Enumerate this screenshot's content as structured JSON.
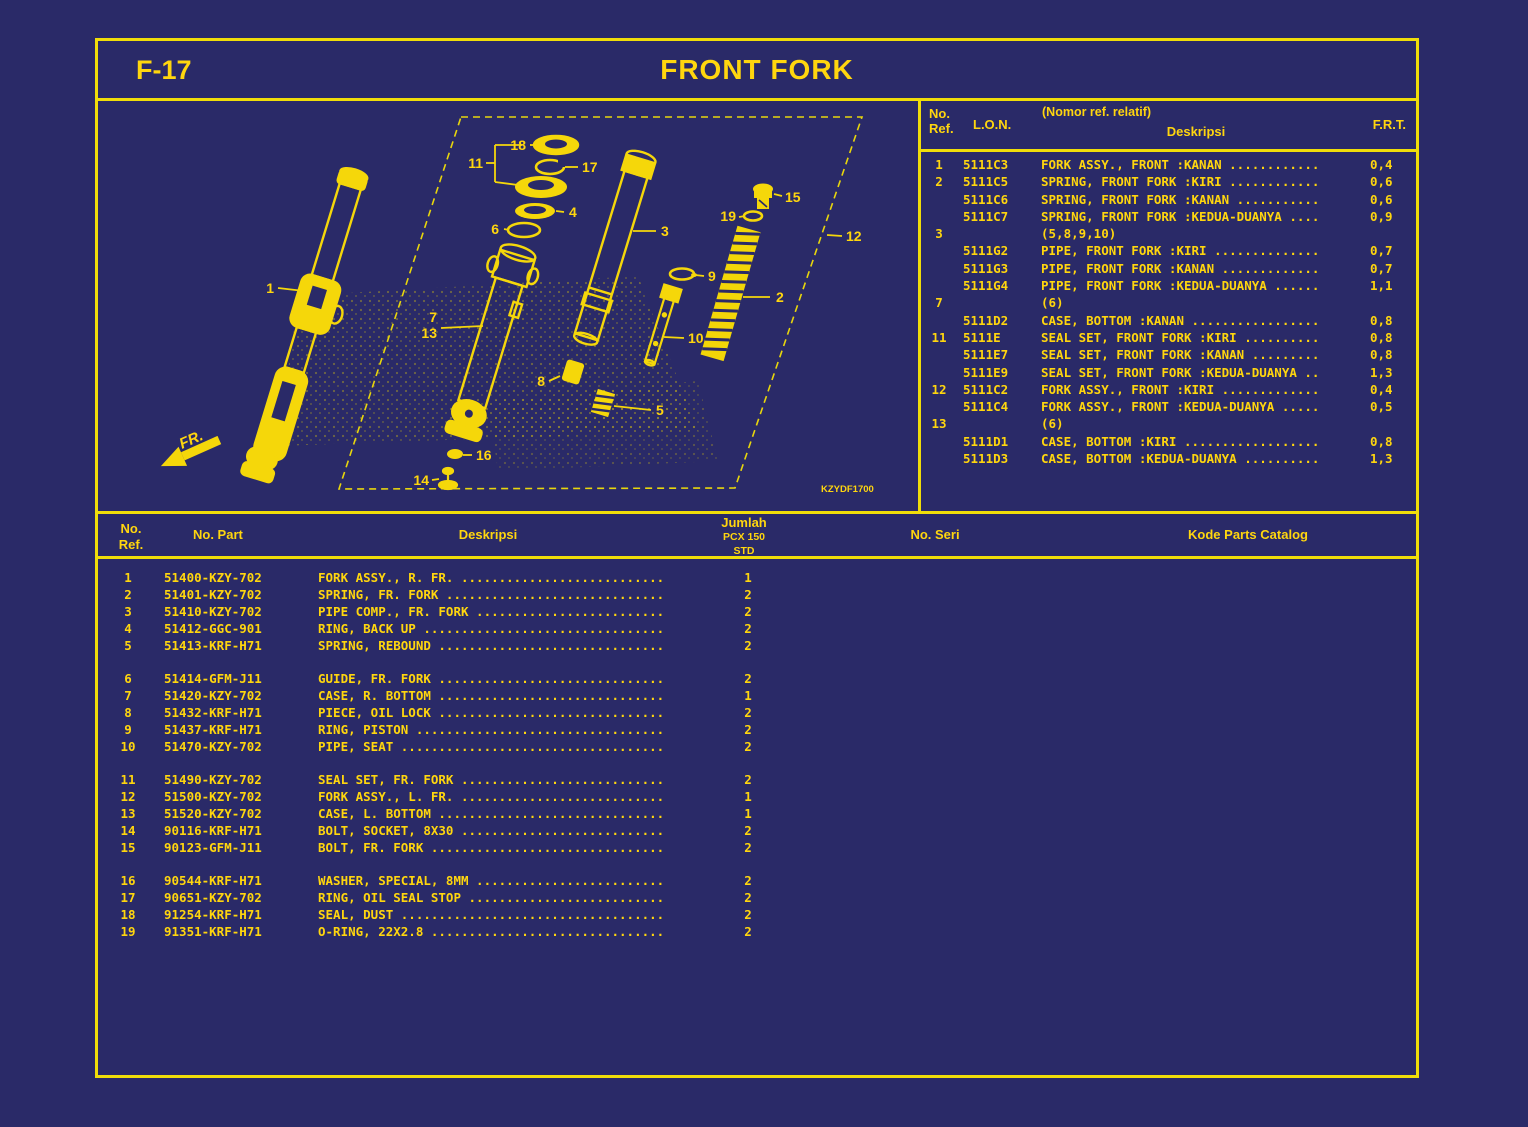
{
  "page": {
    "page_code": "F-17",
    "title": "FRONT FORK"
  },
  "colors": {
    "background": "#2a2a68",
    "line_yellow": "#f0dd0a",
    "text_yellow": "#ffd60e"
  },
  "lon_table": {
    "headers": {
      "ref_line1": "No.",
      "ref_line2": "Ref.",
      "lon": "L.O.N.",
      "note": "(Nomor ref. relatif)",
      "desc": "Deskripsi",
      "frt": "F.R.T."
    },
    "rows": [
      {
        "ref": "1",
        "lon": "5111C3",
        "desc": "FORK ASSY., FRONT :KANAN ............",
        "frt": "0,4"
      },
      {
        "ref": "2",
        "lon": "5111C5",
        "desc": "SPRING, FRONT FORK :KIRI ............",
        "frt": "0,6"
      },
      {
        "ref": "",
        "lon": "5111C6",
        "desc": "SPRING, FRONT FORK :KANAN ...........",
        "frt": "0,6"
      },
      {
        "ref": "",
        "lon": "5111C7",
        "desc": "SPRING, FRONT FORK :KEDUA-DUANYA ....",
        "frt": "0,9"
      },
      {
        "ref": "3",
        "lon": "",
        "desc": "(5,8,9,10)",
        "frt": ""
      },
      {
        "ref": "",
        "lon": "5111G2",
        "desc": "PIPE, FRONT FORK :KIRI ..............",
        "frt": "0,7"
      },
      {
        "ref": "",
        "lon": "5111G3",
        "desc": "PIPE, FRONT FORK :KANAN .............",
        "frt": "0,7"
      },
      {
        "ref": "",
        "lon": "5111G4",
        "desc": "PIPE, FRONT FORK :KEDUA-DUANYA ......",
        "frt": "1,1"
      },
      {
        "ref": "7",
        "lon": "",
        "desc": "(6)",
        "frt": ""
      },
      {
        "ref": "",
        "lon": "5111D2",
        "desc": "CASE, BOTTOM :KANAN .................",
        "frt": "0,8"
      },
      {
        "ref": "11",
        "lon": "5111E",
        "desc": "SEAL SET, FRONT FORK :KIRI ..........",
        "frt": "0,8"
      },
      {
        "ref": "",
        "lon": "5111E7",
        "desc": "SEAL SET, FRONT FORK :KANAN .........",
        "frt": "0,8"
      },
      {
        "ref": "",
        "lon": "5111E9",
        "desc": "SEAL SET, FRONT FORK :KEDUA-DUANYA ..",
        "frt": "1,3"
      },
      {
        "ref": "12",
        "lon": "5111C2",
        "desc": "FORK ASSY., FRONT :KIRI .............",
        "frt": "0,4"
      },
      {
        "ref": "",
        "lon": "5111C4",
        "desc": "FORK ASSY., FRONT :KEDUA-DUANYA .....",
        "frt": "0,5"
      },
      {
        "ref": "13",
        "lon": "",
        "desc": "(6)",
        "frt": ""
      },
      {
        "ref": "",
        "lon": "5111D1",
        "desc": "CASE, BOTTOM :KIRI ..................",
        "frt": "0,8"
      },
      {
        "ref": "",
        "lon": "5111D3",
        "desc": "CASE, BOTTOM :KEDUA-DUANYA ..........",
        "frt": "1,3"
      }
    ]
  },
  "parts_table": {
    "headers": {
      "ref_line1": "No.",
      "ref_line2": "Ref.",
      "part": "No. Part",
      "desc": "Deskripsi",
      "qty_line1": "Jumlah",
      "qty_line2": "PCX 150",
      "qty_line3": "STD",
      "seri": "No. Seri",
      "catalog": "Kode Parts Catalog"
    },
    "rows": [
      {
        "ref": "1",
        "part": "51400-KZY-702",
        "desc": "FORK ASSY., R. FR. ...........................",
        "qty": "1"
      },
      {
        "ref": "2",
        "part": "51401-KZY-702",
        "desc": "SPRING, FR. FORK .............................",
        "qty": "2"
      },
      {
        "ref": "3",
        "part": "51410-KZY-702",
        "desc": "PIPE COMP., FR. FORK .........................",
        "qty": "2"
      },
      {
        "ref": "4",
        "part": "51412-GGC-901",
        "desc": "RING, BACK UP ................................",
        "qty": "2"
      },
      {
        "ref": "5",
        "part": "51413-KRF-H71",
        "desc": "SPRING, REBOUND ..............................",
        "qty": "2"
      },
      {
        "ref": "6",
        "part": "51414-GFM-J11",
        "desc": "GUIDE, FR. FORK ..............................",
        "qty": "2",
        "gap": true
      },
      {
        "ref": "7",
        "part": "51420-KZY-702",
        "desc": "CASE, R. BOTTOM ..............................",
        "qty": "1"
      },
      {
        "ref": "8",
        "part": "51432-KRF-H71",
        "desc": "PIECE, OIL LOCK ..............................",
        "qty": "2"
      },
      {
        "ref": "9",
        "part": "51437-KRF-H71",
        "desc": "RING, PISTON .................................",
        "qty": "2"
      },
      {
        "ref": "10",
        "part": "51470-KZY-702",
        "desc": "PIPE, SEAT ...................................",
        "qty": "2"
      },
      {
        "ref": "11",
        "part": "51490-KZY-702",
        "desc": "SEAL SET, FR. FORK ...........................",
        "qty": "2",
        "gap": true
      },
      {
        "ref": "12",
        "part": "51500-KZY-702",
        "desc": "FORK ASSY., L. FR. ...........................",
        "qty": "1"
      },
      {
        "ref": "13",
        "part": "51520-KZY-702",
        "desc": "CASE, L. BOTTOM ..............................",
        "qty": "1"
      },
      {
        "ref": "14",
        "part": "90116-KRF-H71",
        "desc": "BOLT, SOCKET, 8X30 ...........................",
        "qty": "2"
      },
      {
        "ref": "15",
        "part": "90123-GFM-J11",
        "desc": "BOLT, FR. FORK ...............................",
        "qty": "2"
      },
      {
        "ref": "16",
        "part": "90544-KRF-H71",
        "desc": "WASHER, SPECIAL, 8MM .........................",
        "qty": "2",
        "gap": true
      },
      {
        "ref": "17",
        "part": "90651-KZY-702",
        "desc": "RING, OIL SEAL STOP ..........................",
        "qty": "2"
      },
      {
        "ref": "18",
        "part": "91254-KRF-H71",
        "desc": "SEAL, DUST ...................................",
        "qty": "2"
      },
      {
        "ref": "19",
        "part": "91351-KRF-H71",
        "desc": "O-RING, 22X2.8 ...............................",
        "qty": "2"
      }
    ]
  },
  "diagram": {
    "fr": "FR.",
    "code": "KZYDF1700",
    "callouts": {
      "c1": "1",
      "c2": "2",
      "c3": "3",
      "c4": "4",
      "c5": "5",
      "c6": "6",
      "c7": "7",
      "c8": "8",
      "c9": "9",
      "c10": "10",
      "c11": "11",
      "c12": "12",
      "c13": "13",
      "c14": "14",
      "c15": "15",
      "c16": "16",
      "c17": "17",
      "c18": "18",
      "c19": "19"
    }
  }
}
